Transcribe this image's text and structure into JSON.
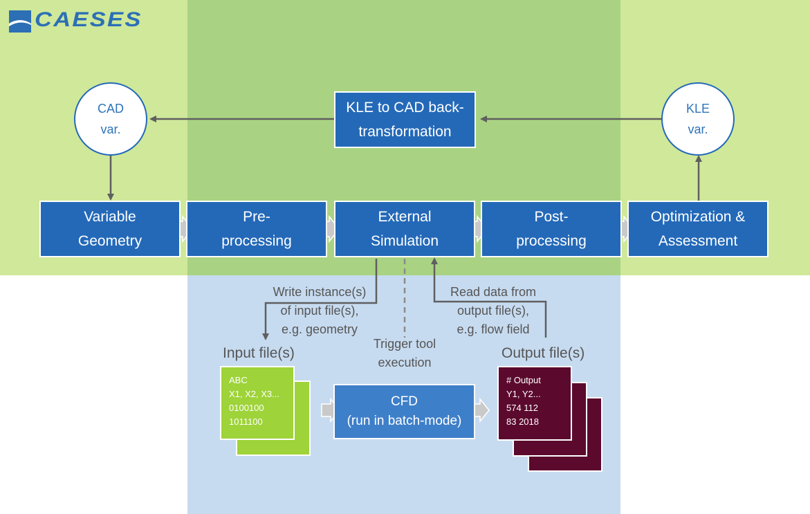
{
  "logo": {
    "text": "CAESES"
  },
  "circles": {
    "cad_var": "CAD\nvar.",
    "kle_var": "KLE\nvar."
  },
  "top_box": "KLE to CAD back-\ntransformation",
  "process_steps": [
    "Variable\nGeometry",
    "Pre-\nprocessing",
    "External\nSimulation",
    "Post-\nprocessing",
    "Optimization &\nAssessment"
  ],
  "labels": {
    "write": "Write instance(s)\nof input file(s),\ne.g. geometry",
    "trigger": "Trigger tool\nexecution",
    "read": "Read data from\noutput file(s),\ne.g. flow field"
  },
  "input_files": {
    "title": "Input file(s)",
    "content": "ABC\nX1, X2, X3...\n0100100\n1011100"
  },
  "cfd": "CFD\n(run in batch-mode)",
  "output_files": {
    "title": "Output file(s)",
    "content": "# Output\nY1, Y2...\n574 112\n83 2018"
  },
  "colors": {
    "box_blue": "#2469b8",
    "light_green": "#cfe89a",
    "mid_green": "#a9d382",
    "light_blue": "#c7dbf0",
    "input_green": "#9ed339",
    "output_wine": "#5b0a2e",
    "arrow_gray": "#5f5f5f",
    "chevron_gray": "#c9c9c9"
  }
}
